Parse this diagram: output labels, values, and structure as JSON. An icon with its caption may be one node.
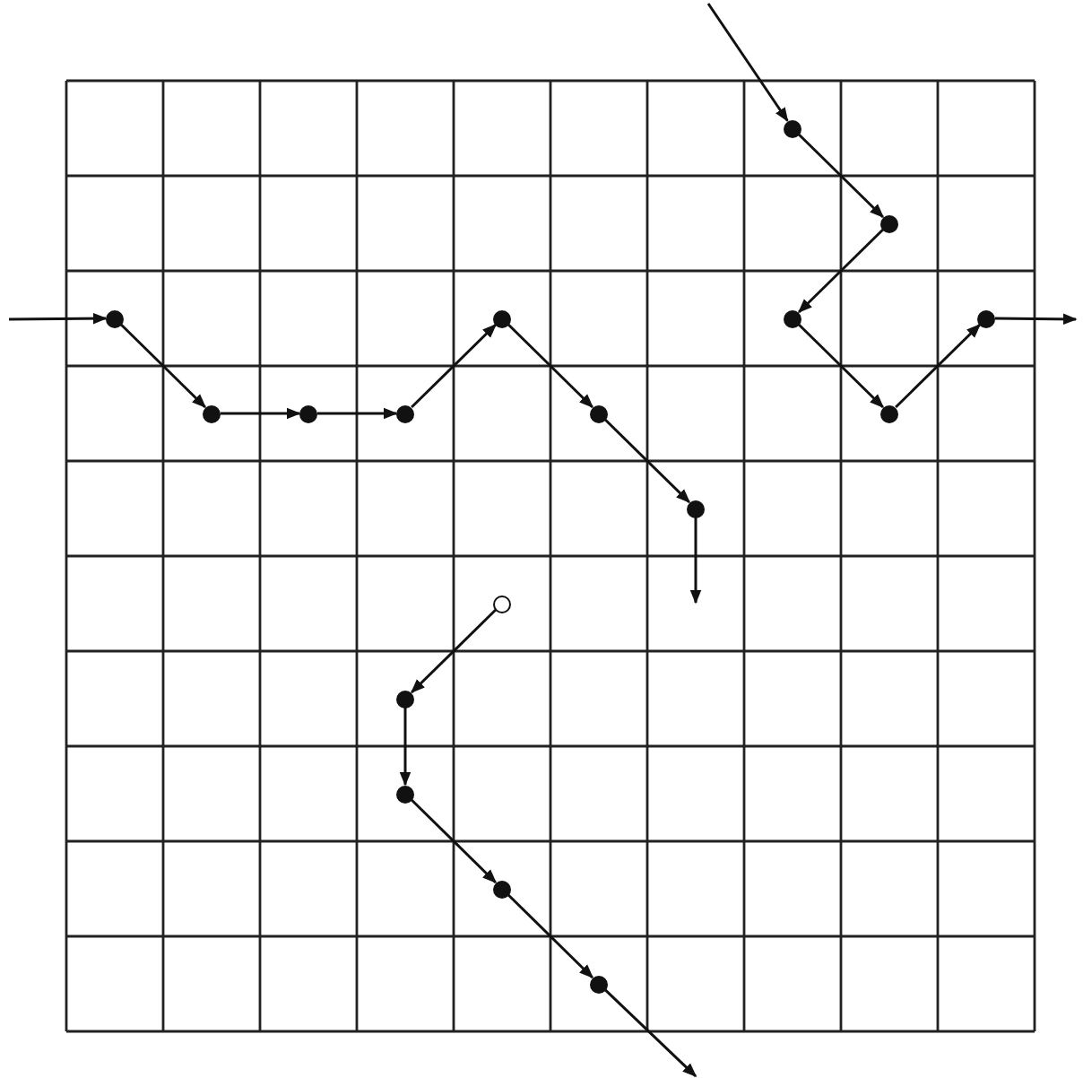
{
  "diagram": {
    "nodes": [
      {
        "text": [],
        "shape": "circle"
      },
      {
        "text": [],
        "shape": "circle"
      },
      {
        "text": [],
        "shape": "circle"
      },
      {
        "text": [],
        "shape": "circle"
      },
      {
        "text": [],
        "shape": "circle"
      },
      {
        "text": [],
        "shape": "circle"
      },
      {
        "text": [],
        "shape": "circle"
      },
      {
        "text": [],
        "shape": "circle"
      },
      {
        "text": [],
        "shape": "circle"
      },
      {
        "text": [],
        "shape": "circle"
      },
      {
        "text": [],
        "shape": "circle"
      },
      {
        "text": [],
        "shape": "circle"
      },
      {
        "text": [],
        "shape": "circle"
      },
      {
        "text": [],
        "shape": "circle"
      },
      {
        "text": [],
        "shape": "circle"
      },
      {
        "text": [],
        "shape": "circle"
      },
      {
        "text": [],
        "shape": "circle"
      }
    ],
    "edges": [
      {
        "from": null,
        "to": 0,
        "arrow": "to"
      },
      {
        "from": 0,
        "to": 1,
        "arrow": "to"
      },
      {
        "from": 1,
        "to": 2,
        "arrow": "to"
      },
      {
        "from": 2,
        "to": 3,
        "arrow": "to"
      },
      {
        "from": 3,
        "to": 4,
        "arrow": "to"
      },
      {
        "from": 4,
        "to": 5,
        "arrow": "to"
      },
      {
        "from": 5,
        "to": 6,
        "arrow": "to"
      },
      {
        "from": 6,
        "to": null,
        "arrow": "to"
      },
      {
        "from": null,
        "to": 7,
        "arrow": "to"
      },
      {
        "from": 7,
        "to": 8,
        "arrow": "to"
      },
      {
        "from": 8,
        "to": 9,
        "arrow": "to"
      },
      {
        "from": 9,
        "to": 10,
        "arrow": "to"
      },
      {
        "from": 10,
        "to": 11,
        "arrow": "to"
      },
      {
        "from": 11,
        "to": null,
        "arrow": "to"
      },
      {
        "from": 12,
        "to": 13,
        "arrow": "to"
      },
      {
        "from": 13,
        "to": 14,
        "arrow": "to"
      },
      {
        "from": 14,
        "to": 15,
        "arrow": "to"
      },
      {
        "from": 15,
        "to": 16,
        "arrow": "to"
      },
      {
        "from": 16,
        "to": null,
        "arrow": "to"
      }
    ]
  }
}
